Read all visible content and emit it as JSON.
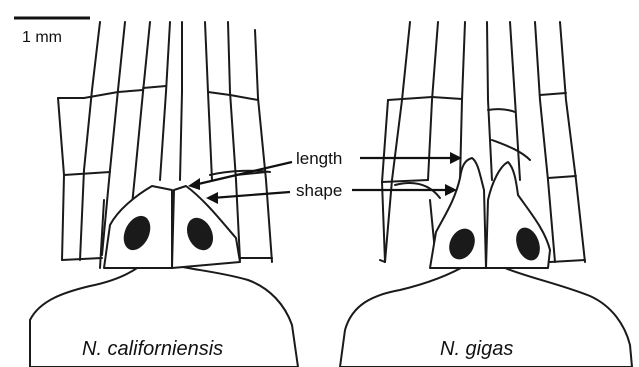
{
  "scale_bar": {
    "label": "1 mm"
  },
  "annotations": {
    "length": "length",
    "shape": "shape"
  },
  "specimens": [
    {
      "name": "N. californiensis"
    },
    {
      "name": "N. gigas"
    }
  ],
  "colors": {
    "ink": "#1a1a1a",
    "background": "#ffffff"
  }
}
